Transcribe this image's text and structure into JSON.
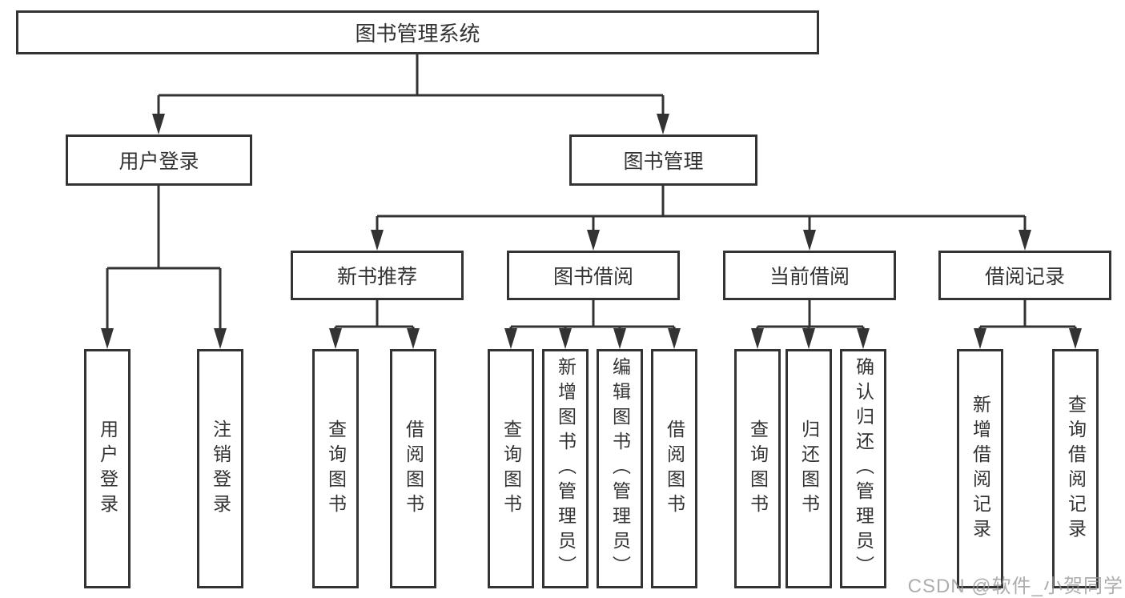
{
  "colors": {
    "line": "#333333",
    "box_border": "#333333",
    "text": "#333333",
    "background": "#ffffff",
    "watermark": "#969696"
  },
  "root": {
    "label": "图书管理系统"
  },
  "level2": {
    "user_login": {
      "label": "用户登录"
    },
    "book_management": {
      "label": "图书管理"
    }
  },
  "level3": {
    "new_book_recommend": {
      "label": "新书推荐"
    },
    "book_borrow": {
      "label": "图书借阅"
    },
    "current_borrow": {
      "label": "当前借阅"
    },
    "borrow_records": {
      "label": "借阅记录"
    }
  },
  "leaves": {
    "user_login": [
      "用户登录",
      "注销登录"
    ],
    "new_book_recommend": [
      "查询图书",
      "借阅图书"
    ],
    "book_borrow": [
      "查询图书",
      "新增图书（管理员）",
      "编辑图书（管理员）",
      "借阅图书"
    ],
    "current_borrow": [
      "查询图书",
      "归还图书",
      "确认归还（管理员）"
    ],
    "borrow_records": [
      "新增借阅记录",
      "查询借阅记录"
    ]
  },
  "watermark": "CSDN @软件_小贺同学"
}
